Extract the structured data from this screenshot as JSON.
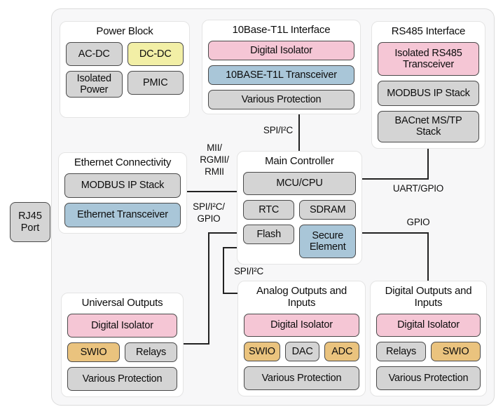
{
  "palette": {
    "gray": "#d4d4d4",
    "pink": "#f5c6d5",
    "blue": "#a9c6d8",
    "yellow": "#f2efa6",
    "amber": "#eac37e",
    "chip_border": "#4a4a4a",
    "line": "#222222",
    "frame_bg": "#f7f7f8",
    "frame_border": "#dcdcdc",
    "card_bg": "#ffffff"
  },
  "cards": {
    "power": {
      "title": "Power Block",
      "chips": [
        {
          "label": "AC-DC",
          "color": "gray"
        },
        {
          "label": "DC-DC",
          "color": "yellow"
        },
        {
          "label": "Isolated Power",
          "color": "gray"
        },
        {
          "label": "PMIC",
          "color": "gray"
        }
      ]
    },
    "t1l": {
      "title": "10Base-T1L Interface",
      "chips": [
        {
          "label": "Digital Isolator",
          "color": "pink"
        },
        {
          "label": "10BASE-T1L Transceiver",
          "color": "blue"
        },
        {
          "label": "Various Protection",
          "color": "gray"
        }
      ]
    },
    "rs485": {
      "title": "RS485 Interface",
      "chips": [
        {
          "label": "Isolated RS485 Transceiver",
          "color": "pink"
        },
        {
          "label": "MODBUS IP Stack",
          "color": "gray"
        },
        {
          "label": "BACnet MS/TP Stack",
          "color": "gray"
        }
      ]
    },
    "ethernet": {
      "title": "Ethernet Connectivity",
      "chips": [
        {
          "label": "MODBUS IP Stack",
          "color": "gray"
        },
        {
          "label": "Ethernet Transceiver",
          "color": "blue"
        }
      ]
    },
    "main": {
      "title": "Main Controller",
      "chips": [
        {
          "label": "MCU/CPU",
          "color": "gray"
        },
        {
          "label": "RTC",
          "color": "gray"
        },
        {
          "label": "SDRAM",
          "color": "gray"
        },
        {
          "label": "Flash",
          "color": "gray"
        },
        {
          "label": "Secure Element",
          "color": "blue"
        }
      ]
    },
    "universal": {
      "title": "Universal Outputs",
      "chips": [
        {
          "label": "Digital Isolator",
          "color": "pink"
        },
        {
          "label": "SWIO",
          "color": "amber"
        },
        {
          "label": "Relays",
          "color": "gray"
        },
        {
          "label": "Various Protection",
          "color": "gray"
        }
      ]
    },
    "analog": {
      "title": "Analog Outputs and Inputs",
      "chips": [
        {
          "label": "Digital Isolator",
          "color": "pink"
        },
        {
          "label": "SWIO",
          "color": "amber"
        },
        {
          "label": "DAC",
          "color": "gray"
        },
        {
          "label": "ADC",
          "color": "amber"
        },
        {
          "label": "Various Protection",
          "color": "gray"
        }
      ]
    },
    "digital": {
      "title": "Digital Outputs and Inputs",
      "chips": [
        {
          "label": "Digital Isolator",
          "color": "pink"
        },
        {
          "label": "Relays",
          "color": "gray"
        },
        {
          "label": "SWIO",
          "color": "amber"
        },
        {
          "label": "Various Protection",
          "color": "gray"
        }
      ]
    }
  },
  "rj45": {
    "label": "RJ45 Port",
    "color": "gray"
  },
  "bus_labels": {
    "spi_i2c_t1l": "SPI/I²C",
    "mii": "MII/\nRGMII/\nRMII",
    "spi_i2c_gpio": "SPI/I²C/\nGPIO",
    "uart_gpio": "UART/GPIO",
    "gpio": "GPIO",
    "spi_i2c_analog": "SPI/I²C"
  }
}
